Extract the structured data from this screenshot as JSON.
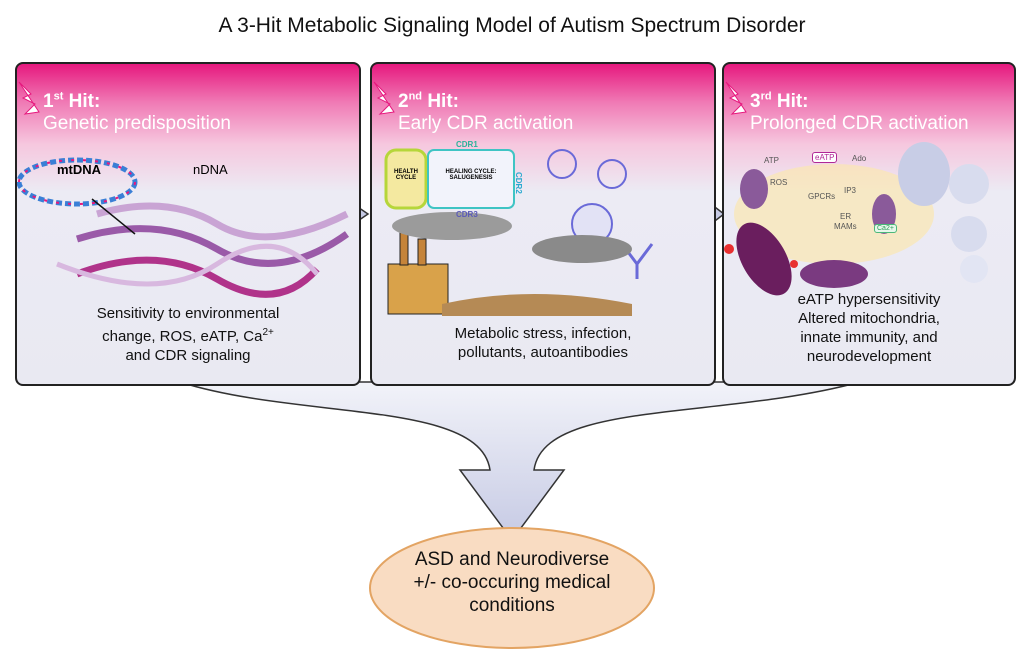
{
  "title": "A 3-Hit Metabolic Signaling Model of Autism Spectrum Disorder",
  "panels": [
    {
      "hit_num": "1",
      "hit_sup": "st",
      "hit_word": "Hit:",
      "subtitle": "Genetic predisposition",
      "labels": {
        "mtdna": "mtDNA",
        "ndna": "nDNA"
      },
      "caption_lines": [
        "Sensitivity to environmental",
        "change, ROS, eATP, Ca",
        "2+",
        "and CDR signaling"
      ]
    },
    {
      "hit_num": "2",
      "hit_sup": "nd",
      "hit_word": "Hit:",
      "subtitle": "Early CDR activation",
      "labels": {
        "health": "HEALTH CYCLE",
        "healing": "HEALING CYCLE: SALUGENESIS",
        "cdr1": "CDR1",
        "cdr2": "CDR2",
        "cdr3": "CDR3"
      },
      "caption_lines": [
        "Metabolic stress, infection,",
        "pollutants, autoantibodies"
      ]
    },
    {
      "hit_num": "3",
      "hit_sup": "rd",
      "hit_word": "Hit:",
      "subtitle": "Prolonged CDR activation",
      "labels": {
        "atp": "ATP",
        "ros": "ROS",
        "eatp": "eATP",
        "ado": "Ado",
        "gpcrs": "GPCRs",
        "ip3": "IP3",
        "er": "ER",
        "mams": "MAMs",
        "ca": "Ca2+"
      },
      "caption_lines": [
        "eATP hypersensitivity",
        "Altered mitochondria,",
        "innate immunity, and",
        "neurodevelopment"
      ]
    }
  ],
  "outcome_lines": [
    "ASD and Neurodiverse",
    "+/- co-occuring medical",
    "conditions"
  ],
  "colors": {
    "header_pink": "#e6197e",
    "outcome_fill": "#f9dcc2",
    "outcome_border": "#e3a463",
    "arrow_fill": "#c9cde6"
  }
}
